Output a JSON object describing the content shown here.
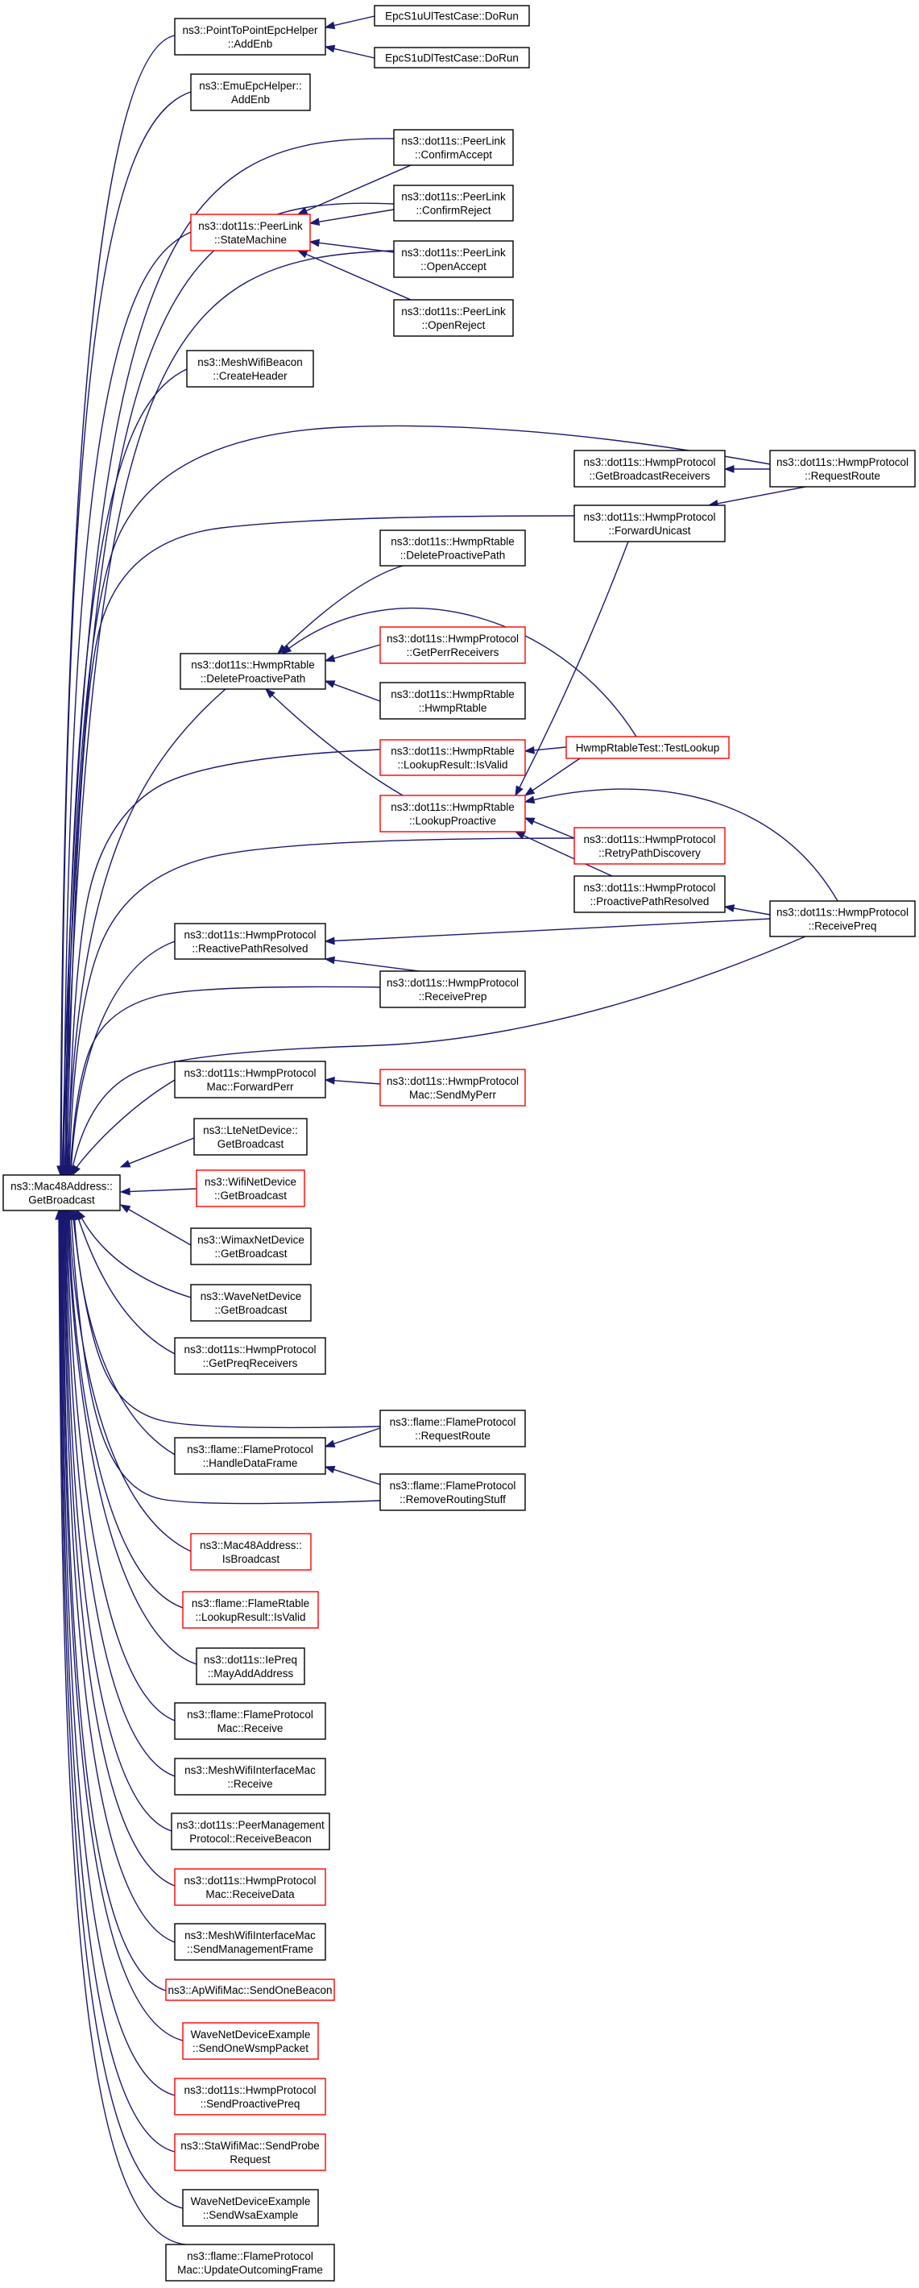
{
  "graph": {
    "type": "call-graph",
    "colors": {
      "edge": "#191970",
      "normal_border": "#000000",
      "truncated_border": "#ff0000",
      "root_fill": "#bfbfbf",
      "node_fill": "#ffffff"
    },
    "nodes": [
      {
        "id": "root",
        "lines": [
          "ns3::Mac48Address::",
          "GetBroadcast"
        ],
        "kind": "root"
      },
      {
        "id": "p2p_addenb",
        "lines": [
          "ns3::PointToPointEpcHelper",
          "::AddEnb"
        ],
        "kind": "normal"
      },
      {
        "id": "epc_ul_dorun",
        "lines": [
          "EpcS1uUlTestCase::DoRun"
        ],
        "kind": "normal"
      },
      {
        "id": "epc_dl_dorun",
        "lines": [
          "EpcS1uDlTestCase::DoRun"
        ],
        "kind": "normal"
      },
      {
        "id": "emu_addenb",
        "lines": [
          "ns3::EmuEpcHelper::",
          "AddEnb"
        ],
        "kind": "normal"
      },
      {
        "id": "pl_confirm_accept",
        "lines": [
          "ns3::dot11s::PeerLink",
          "::ConfirmAccept"
        ],
        "kind": "normal"
      },
      {
        "id": "pl_confirm_reject",
        "lines": [
          "ns3::dot11s::PeerLink",
          "::ConfirmReject"
        ],
        "kind": "normal"
      },
      {
        "id": "pl_state_machine",
        "lines": [
          "ns3::dot11s::PeerLink",
          "::StateMachine"
        ],
        "kind": "truncated"
      },
      {
        "id": "pl_open_accept",
        "lines": [
          "ns3::dot11s::PeerLink",
          "::OpenAccept"
        ],
        "kind": "normal"
      },
      {
        "id": "pl_open_reject",
        "lines": [
          "ns3::dot11s::PeerLink",
          "::OpenReject"
        ],
        "kind": "normal"
      },
      {
        "id": "mesh_beacon_header",
        "lines": [
          "ns3::MeshWifiBeacon",
          "::CreateHeader"
        ],
        "kind": "normal"
      },
      {
        "id": "hp_get_bcast_recv",
        "lines": [
          "ns3::dot11s::HwmpProtocol",
          "::GetBroadcastReceivers"
        ],
        "kind": "normal"
      },
      {
        "id": "hp_request_route",
        "lines": [
          "ns3::dot11s::HwmpProtocol",
          "::RequestRoute"
        ],
        "kind": "normal"
      },
      {
        "id": "hp_forward_unicast",
        "lines": [
          "ns3::dot11s::HwmpProtocol",
          "::ForwardUnicast"
        ],
        "kind": "normal"
      },
      {
        "id": "hr_delete_proactive_path_a",
        "lines": [
          "ns3::dot11s::HwmpRtable",
          "::DeleteProactivePath"
        ],
        "kind": "normal"
      },
      {
        "id": "hr_delete_proactive_path",
        "lines": [
          "ns3::dot11s::HwmpRtable",
          "::DeleteProactivePath"
        ],
        "kind": "normal"
      },
      {
        "id": "hp_get_perr_recv",
        "lines": [
          "ns3::dot11s::HwmpProtocol",
          "::GetPerrReceivers"
        ],
        "kind": "truncated"
      },
      {
        "id": "hr_ctor",
        "lines": [
          "ns3::dot11s::HwmpRtable",
          "::HwmpRtable"
        ],
        "kind": "normal"
      },
      {
        "id": "hr_lookup_isvalid",
        "lines": [
          "ns3::dot11s::HwmpRtable",
          "::LookupResult::IsValid"
        ],
        "kind": "truncated"
      },
      {
        "id": "hr_test_lookup",
        "lines": [
          "HwmpRtableTest::TestLookup"
        ],
        "kind": "truncated"
      },
      {
        "id": "hr_lookup_proactive",
        "lines": [
          "ns3::dot11s::HwmpRtable",
          "::LookupProactive"
        ],
        "kind": "truncated"
      },
      {
        "id": "hp_retry_path_disc",
        "lines": [
          "ns3::dot11s::HwmpProtocol",
          "::RetryPathDiscovery"
        ],
        "kind": "truncated"
      },
      {
        "id": "hp_proactive_resolved",
        "lines": [
          "ns3::dot11s::HwmpProtocol",
          "::ProactivePathResolved"
        ],
        "kind": "normal"
      },
      {
        "id": "hp_receive_preq",
        "lines": [
          "ns3::dot11s::HwmpProtocol",
          "::ReceivePreq"
        ],
        "kind": "normal"
      },
      {
        "id": "hp_reactive_resolved",
        "lines": [
          "ns3::dot11s::HwmpProtocol",
          "::ReactivePathResolved"
        ],
        "kind": "normal"
      },
      {
        "id": "hp_receive_prep",
        "lines": [
          "ns3::dot11s::HwmpProtocol",
          "::ReceivePrep"
        ],
        "kind": "normal"
      },
      {
        "id": "hpmac_forward_perr",
        "lines": [
          "ns3::dot11s::HwmpProtocol",
          "Mac::ForwardPerr"
        ],
        "kind": "normal"
      },
      {
        "id": "hpmac_send_my_perr",
        "lines": [
          "ns3::dot11s::HwmpProtocol",
          "Mac::SendMyPerr"
        ],
        "kind": "truncated"
      },
      {
        "id": "lte_get_bcast",
        "lines": [
          "ns3::LteNetDevice::",
          "GetBroadcast"
        ],
        "kind": "normal"
      },
      {
        "id": "wifi_get_bcast",
        "lines": [
          "ns3::WifiNetDevice",
          "::GetBroadcast"
        ],
        "kind": "truncated"
      },
      {
        "id": "wimax_get_bcast",
        "lines": [
          "ns3::WimaxNetDevice",
          "::GetBroadcast"
        ],
        "kind": "normal"
      },
      {
        "id": "wave_get_bcast",
        "lines": [
          "ns3::WaveNetDevice",
          "::GetBroadcast"
        ],
        "kind": "normal"
      },
      {
        "id": "hp_get_preq_recv",
        "lines": [
          "ns3::dot11s::HwmpProtocol",
          "::GetPreqReceivers"
        ],
        "kind": "normal"
      },
      {
        "id": "fp_handle_data",
        "lines": [
          "ns3::flame::FlameProtocol",
          "::HandleDataFrame"
        ],
        "kind": "normal"
      },
      {
        "id": "fp_request_route",
        "lines": [
          "ns3::flame::FlameProtocol",
          "::RequestRoute"
        ],
        "kind": "normal"
      },
      {
        "id": "fp_remove_routing",
        "lines": [
          "ns3::flame::FlameProtocol",
          "::RemoveRoutingStuff"
        ],
        "kind": "normal"
      },
      {
        "id": "mac48_is_bcast",
        "lines": [
          "ns3::Mac48Address::",
          "IsBroadcast"
        ],
        "kind": "truncated"
      },
      {
        "id": "fr_lookup_isvalid",
        "lines": [
          "ns3::flame::FlameRtable",
          "::LookupResult::IsValid"
        ],
        "kind": "truncated"
      },
      {
        "id": "iepreq_may_add",
        "lines": [
          "ns3::dot11s::IePreq",
          "::MayAddAddress"
        ],
        "kind": "normal"
      },
      {
        "id": "fpmac_receive",
        "lines": [
          "ns3::flame::FlameProtocol",
          "Mac::Receive"
        ],
        "kind": "normal"
      },
      {
        "id": "mwim_receive",
        "lines": [
          "ns3::MeshWifiInterfaceMac",
          "::Receive"
        ],
        "kind": "normal"
      },
      {
        "id": "pm_receive_beacon",
        "lines": [
          "ns3::dot11s::PeerManagement",
          "Protocol::ReceiveBeacon"
        ],
        "kind": "normal"
      },
      {
        "id": "hpmac_receive_data",
        "lines": [
          "ns3::dot11s::HwmpProtocol",
          "Mac::ReceiveData"
        ],
        "kind": "truncated"
      },
      {
        "id": "mwim_send_mgmt",
        "lines": [
          "ns3::MeshWifiInterfaceMac",
          "::SendManagementFrame"
        ],
        "kind": "normal"
      },
      {
        "id": "apmac_send_beacon",
        "lines": [
          "ns3::ApWifiMac::SendOneBeacon"
        ],
        "kind": "truncated"
      },
      {
        "id": "wave_send_wsmp",
        "lines": [
          "WaveNetDeviceExample",
          "::SendOneWsmpPacket"
        ],
        "kind": "truncated"
      },
      {
        "id": "hp_send_proactive_preq",
        "lines": [
          "ns3::dot11s::HwmpProtocol",
          "::SendProactivePreq"
        ],
        "kind": "truncated"
      },
      {
        "id": "stamac_send_probe",
        "lines": [
          "ns3::StaWifiMac::SendProbe",
          "Request"
        ],
        "kind": "truncated"
      },
      {
        "id": "wave_send_wsa",
        "lines": [
          "WaveNetDeviceExample",
          "::SendWsaExample"
        ],
        "kind": "normal"
      },
      {
        "id": "fpmac_update_outcoming",
        "lines": [
          "ns3::flame::FlameProtocol",
          "Mac::UpdateOutcomingFrame"
        ],
        "kind": "normal"
      }
    ]
  }
}
